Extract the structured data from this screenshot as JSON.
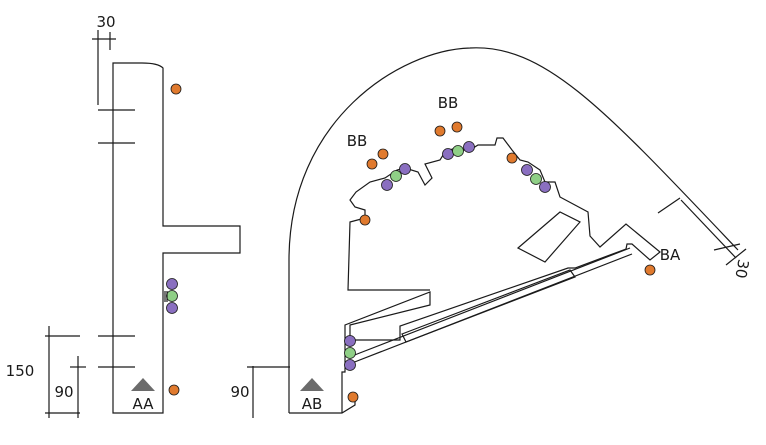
{
  "labels": {
    "left_block": "AA",
    "right_block": "AB",
    "zone_bb_1": "BB",
    "zone_bb_2": "BB",
    "zone_ba": "BA"
  },
  "dimensions": {
    "left_top": "30",
    "left_outer": "150",
    "left_inner": "90",
    "right_inner": "90",
    "right_side": "30"
  },
  "colors": {
    "line": "#1a1a1a",
    "orange_marker": "#e07a2e",
    "purple_marker": "#8a6fc0",
    "green_marker": "#8fcf86",
    "triangle": "#6b6b6b"
  }
}
